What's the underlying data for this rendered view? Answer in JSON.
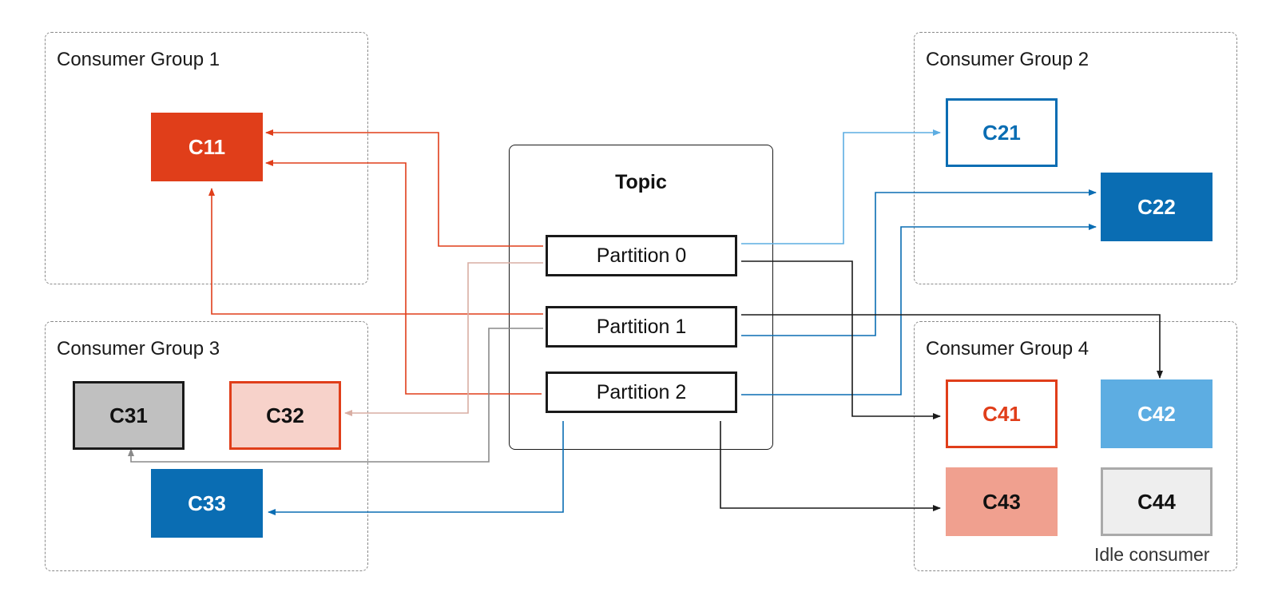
{
  "groups": {
    "g1": "Consumer Group 1",
    "g2": "Consumer Group 2",
    "g3": "Consumer Group 3",
    "g4": "Consumer Group 4"
  },
  "topic": {
    "title": "Topic",
    "partitions": [
      "Partition 0",
      "Partition 1",
      "Partition 2"
    ]
  },
  "consumers": {
    "c11": "C11",
    "c21": "C21",
    "c22": "C22",
    "c31": "C31",
    "c32": "C32",
    "c33": "C33",
    "c41": "C41",
    "c42": "C42",
    "c43": "C43",
    "c44": "C44"
  },
  "idle_note": "Idle consumer",
  "colors": {
    "red": "#e03e1a",
    "light_red": "#f7d2ca",
    "salmon": "#f0a08f",
    "pale_red_line": "#d9aea3",
    "blue": "#0a6db3",
    "light_blue": "#5dade2",
    "gray": "#c0c0c0",
    "light_gray": "#eeeeee",
    "black": "#1a1a1a"
  }
}
